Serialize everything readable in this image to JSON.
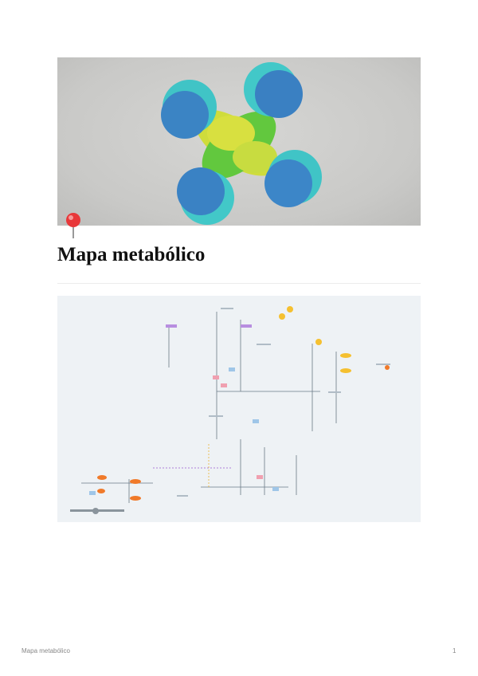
{
  "page": {
    "title": "Mapa metabólico",
    "icon": "round-pushpin-icon",
    "cover_image": "protein-structure-render",
    "diagram_image": "metabolic-pathway-map"
  },
  "footer": {
    "title": "Mapa metabólico",
    "page_number": "1"
  },
  "colors": {
    "protein_blue": "#3d86c6",
    "protein_cyan": "#3fc8c8",
    "protein_yellow": "#d8e040",
    "protein_green": "#5cc83a",
    "diagram_bg": "#eef2f5",
    "diagram_orange": "#f07a2a",
    "diagram_purple": "#9b59d0"
  }
}
